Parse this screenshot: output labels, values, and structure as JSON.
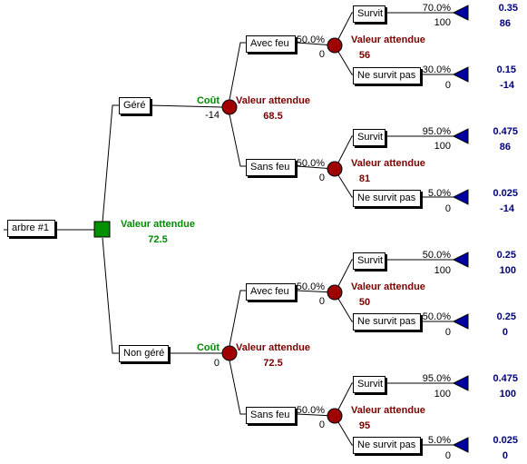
{
  "root": {
    "label": "arbre #1",
    "ev_label": "Valeur attendue",
    "ev_value": "72.5"
  },
  "branches": {
    "gere": {
      "label": "Géré",
      "cost_label": "Coût",
      "cost": "-14",
      "ev_label": "Valeur attendue",
      "ev_value": "68.5",
      "avec_feu": {
        "label": "Avec feu",
        "prob": "50.0%",
        "value": "0",
        "ev_label": "Valeur attendue",
        "ev_value": "56",
        "survit": {
          "label": "Survit",
          "prob": "70.0%",
          "value": "100",
          "p": "0.35",
          "payoff": "86"
        },
        "nsp": {
          "label": "Ne survit pas",
          "prob": "30.0%",
          "value": "0",
          "p": "0.15",
          "payoff": "-14"
        }
      },
      "sans_feu": {
        "label": "Sans feu",
        "prob": "50.0%",
        "value": "0",
        "ev_label": "Valeur attendue",
        "ev_value": "81",
        "survit": {
          "label": "Survit",
          "prob": "95.0%",
          "value": "100",
          "p": "0.475",
          "payoff": "86"
        },
        "nsp": {
          "label": "Ne survit pas",
          "prob": "5.0%",
          "value": "0",
          "p": "0.025",
          "payoff": "-14"
        }
      }
    },
    "non_gere": {
      "label": "Non géré",
      "cost_label": "Coût",
      "cost": "0",
      "ev_label": "Valeur attendue",
      "ev_value": "72.5",
      "avec_feu": {
        "label": "Avec feu",
        "prob": "50.0%",
        "value": "0",
        "ev_label": "Valeur attendue",
        "ev_value": "50",
        "survit": {
          "label": "Survit",
          "prob": "50.0%",
          "value": "100",
          "p": "0.25",
          "payoff": "100"
        },
        "nsp": {
          "label": "Ne survit pas",
          "prob": "50.0%",
          "value": "0",
          "p": "0.25",
          "payoff": "0"
        }
      },
      "sans_feu": {
        "label": "Sans feu",
        "prob": "50.0%",
        "value": "0",
        "ev_label": "Valeur attendue",
        "ev_value": "95",
        "survit": {
          "label": "Survit",
          "prob": "95.0%",
          "value": "100",
          "p": "0.475",
          "payoff": "100"
        },
        "nsp": {
          "label": "Ne survit pas",
          "prob": "5.0%",
          "value": "0",
          "p": "0.025",
          "payoff": "0"
        }
      }
    }
  },
  "colors": {
    "decision": "#009000",
    "chance": "#a00000",
    "terminal": "#0000a0",
    "ev_text": "#7a0000",
    "cost_text": "#008a00",
    "payoff_text": "#00007a"
  }
}
